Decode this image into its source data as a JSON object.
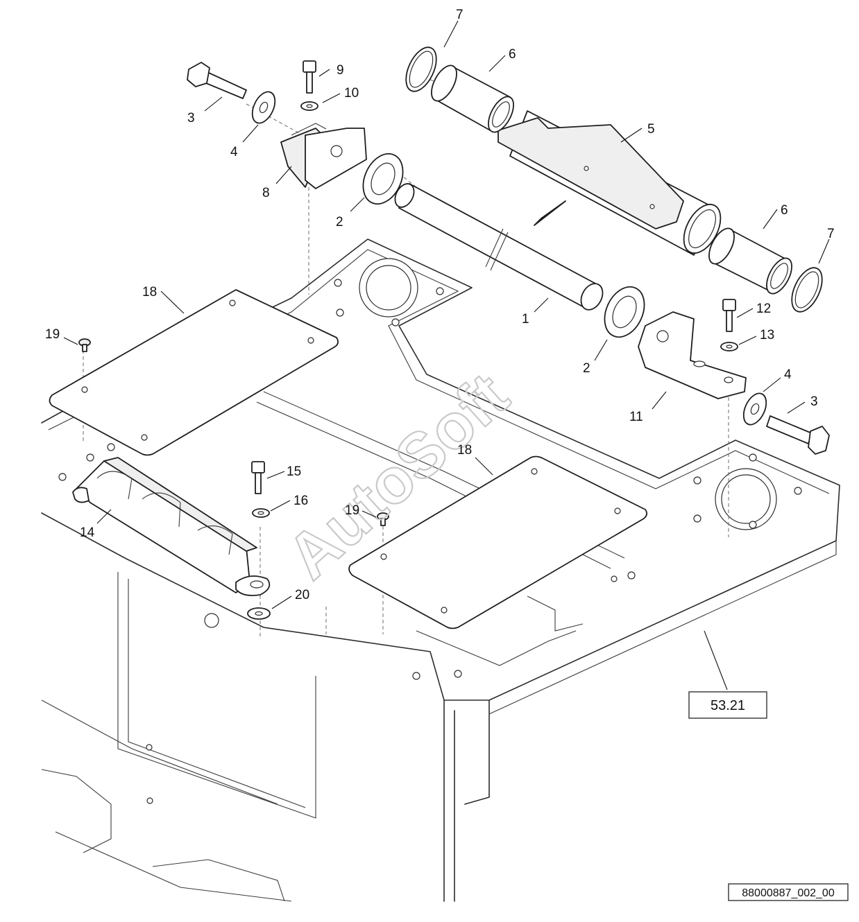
{
  "callouts": {
    "c1": "1",
    "c2a": "2",
    "c2b": "2",
    "c3a": "3",
    "c3b": "3",
    "c4a": "4",
    "c4b": "4",
    "c5": "5",
    "c6a": "6",
    "c6b": "6",
    "c7a": "7",
    "c7b": "7",
    "c8": "8",
    "c9": "9",
    "c10": "10",
    "c11": "11",
    "c12": "12",
    "c13": "13",
    "c14": "14",
    "c15": "15",
    "c16": "16",
    "c18a": "18",
    "c18b": "18",
    "c19a": "19",
    "c19b": "19",
    "c20": "20"
  },
  "reference_box": "53.21",
  "drawing_id": "88000887_002_00",
  "watermark": "AutoSoft"
}
